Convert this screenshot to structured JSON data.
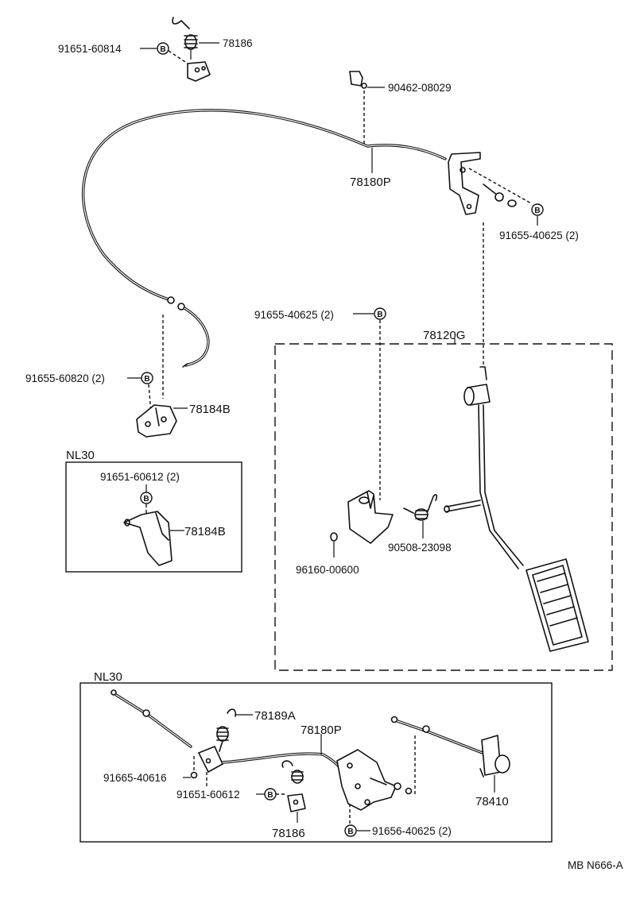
{
  "labels": {
    "spring_top": "78186",
    "bolt_top_left": "91651-60814",
    "bolt_cable_top": "90462-08029",
    "cable_assy": "78180P",
    "bolt_bracket_right": "91655-40625 (2)",
    "bolt_pedal_support": "91655-40625 (2)",
    "pedal_assy": "78120G",
    "bolt_clamp": "91655-60820 (2)",
    "clamp": "78184B",
    "nl30_a_title": "NL30",
    "nl30_a_bolt": "91651-60612 (2)",
    "nl30_a_clamp": "78184B",
    "bushing": "96160-00600",
    "pedal_spring": "90508-23098",
    "nl30_b_title": "NL30",
    "nl30_b_spring": "78189A",
    "nl30_b_cable": "78180P",
    "nl30_b_bolt_1": "91665-40616",
    "nl30_b_bolt_2": "91651-60612",
    "nl30_b_spring_2": "78186",
    "nl30_b_bolt_3": "91656-40625 (2)",
    "nl30_b_knob": "78410",
    "diagram_code": "MB N666-A"
  },
  "marks": {
    "b_mark": "B"
  }
}
